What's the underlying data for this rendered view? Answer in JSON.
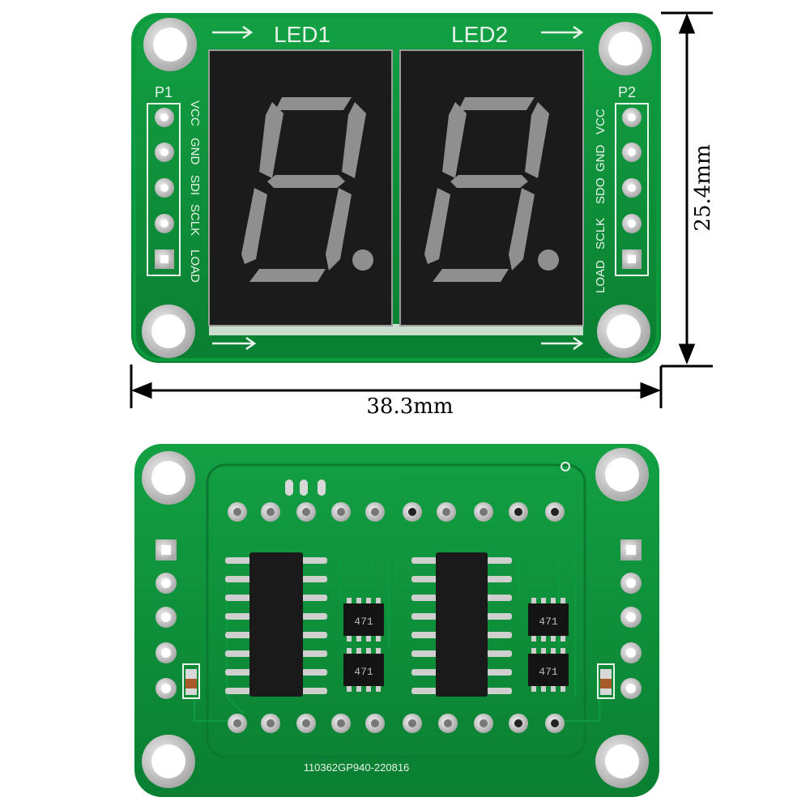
{
  "front": {
    "labels": {
      "led1": "LED1",
      "led2": "LED2",
      "p1": "P1",
      "p2": "P2"
    },
    "p1_pins": [
      "VCC",
      "GND",
      "SDI",
      "SCLK",
      "LOAD"
    ],
    "p2_pins": [
      "VCC",
      "GND",
      "SDO",
      "SCLK",
      "LOAD"
    ]
  },
  "dimensions": {
    "width": "38.3mm",
    "height": "25.4mm"
  },
  "back": {
    "resistor_label": "471",
    "pcb_code": "110362GP940-220816"
  },
  "colors": {
    "pcb": "#0c8a36",
    "pcb_dark": "#08702a",
    "silkscreen": "#e8f3ea",
    "display_body": "#1b1b1b",
    "segment_off": "#8f8f8f",
    "pad": "#c9c9c9"
  }
}
